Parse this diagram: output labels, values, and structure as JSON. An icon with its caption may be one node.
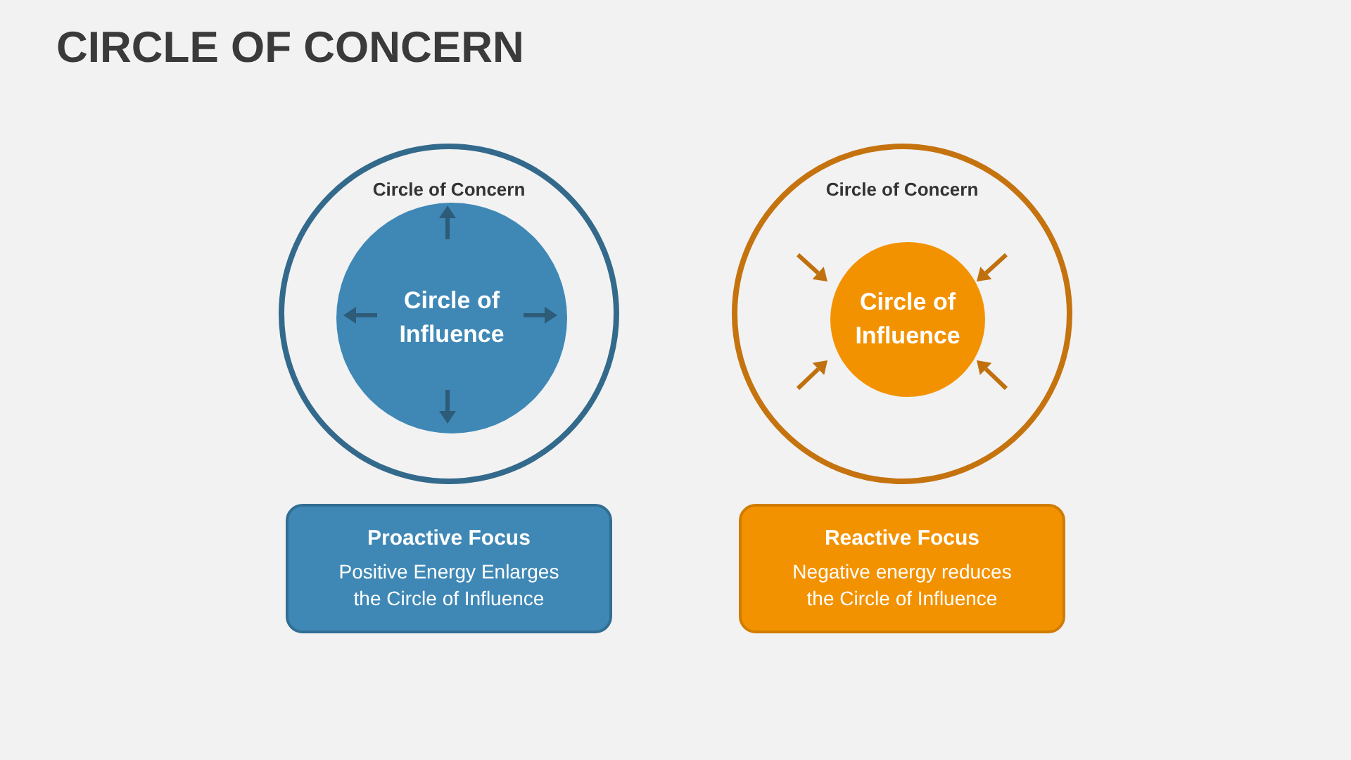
{
  "diagram": {
    "title": "CIRCLE OF CONCERN",
    "nodes": [
      {
        "text": [
          "Circle of Concern"
        ]
      },
      {
        "text": [
          "Circle of Influence"
        ],
        "in": 0
      },
      {
        "text": [
          "Proactive Focus",
          "Positive Energy Enlarges the Circle of Influence"
        ]
      },
      {
        "text": [
          "Circle of Concern"
        ]
      },
      {
        "text": [
          "Circle of Influence"
        ],
        "in": 3
      },
      {
        "text": [
          "Reactive Focus",
          "Negative energy reduces the Circle of Influence"
        ]
      }
    ]
  }
}
